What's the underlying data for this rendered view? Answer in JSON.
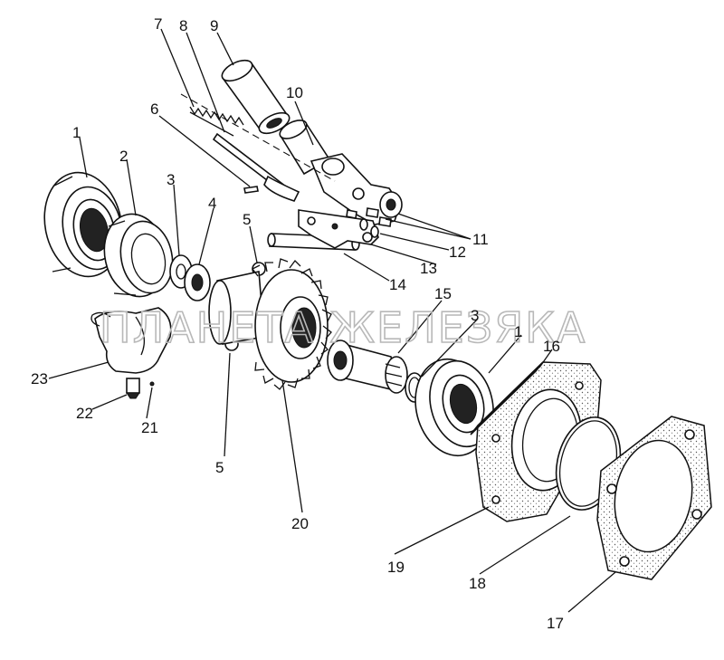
{
  "watermark": "ПЛАНЕТА ЖЕЛЕЗЯКА",
  "callouts": {
    "c1": "1",
    "c2": "2",
    "c3a": "3",
    "c3b": "3",
    "c4": "4",
    "c5a": "5",
    "c5b": "5",
    "c6": "6",
    "c7": "7",
    "c8": "8",
    "c9": "9",
    "c10": "10",
    "c11": "11",
    "c12": "12",
    "c13": "13",
    "c14": "14",
    "c15": "15",
    "c16": "16",
    "c17": "17",
    "c18": "18",
    "c19": "19",
    "c20": "20",
    "c21": "21",
    "c22": "22",
    "c23": "23"
  }
}
